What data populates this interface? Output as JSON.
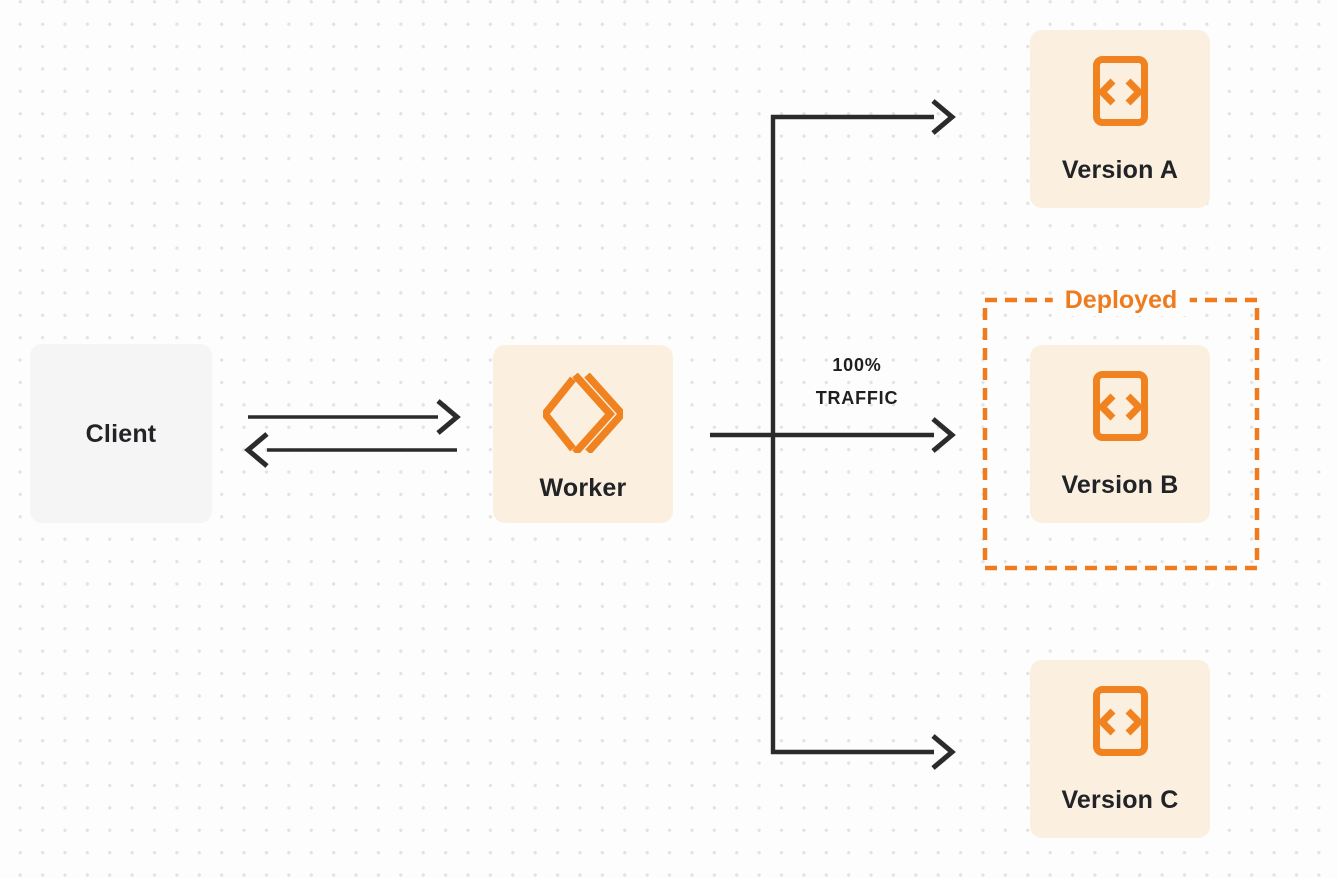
{
  "nodes": {
    "client": {
      "label": "Client"
    },
    "worker": {
      "label": "Worker"
    },
    "versions": [
      {
        "label": "Version A"
      },
      {
        "label": "Version B"
      },
      {
        "label": "Version C"
      }
    ]
  },
  "annotations": {
    "deployed": {
      "label": "Deployed"
    },
    "traffic": {
      "line1": "100%",
      "line2": "TRAFFIC"
    }
  },
  "icons": {
    "worker": "workers-logo-icon",
    "version": "code-angle-brackets-icon"
  },
  "colors": {
    "background": "#fdfdfd",
    "dot_grid": "#e3e3e3",
    "client_box": "#f5f5f6",
    "cream_box": "#fbf0e0",
    "orange": "#ee7c1f",
    "icon_orange": "#f0821f",
    "connector_line": "#2b2b2b",
    "label_text": "#212327"
  }
}
